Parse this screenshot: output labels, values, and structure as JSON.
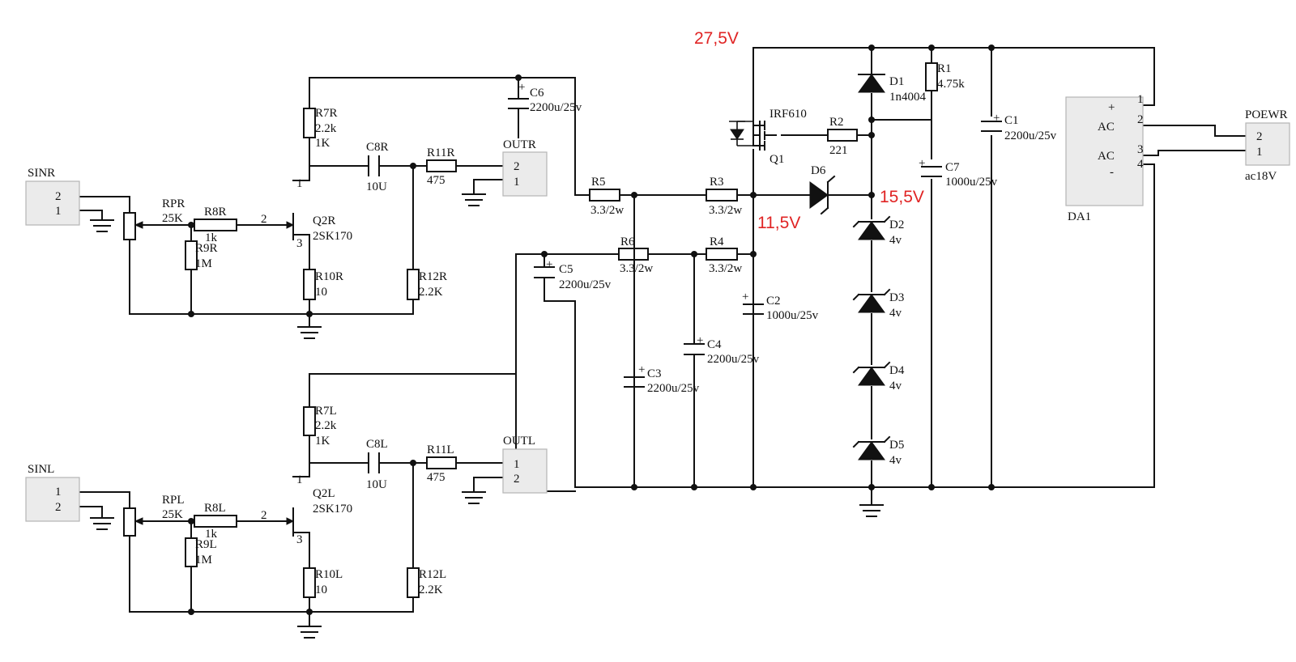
{
  "voltages": {
    "v27": "27,5V",
    "v15": "15,5V",
    "v11": "11,5V"
  },
  "connectors": {
    "sinr": {
      "name": "SINR",
      "pins": [
        "2",
        "1"
      ]
    },
    "sinl": {
      "name": "SINL",
      "pins": [
        "1",
        "2"
      ]
    },
    "outr": {
      "name": "OUTR",
      "pins": [
        "2",
        "1"
      ]
    },
    "outl": {
      "name": "OUTL",
      "pins": [
        "1",
        "2"
      ]
    },
    "power": {
      "name": "POEWR",
      "pins": [
        "2",
        "1"
      ],
      "value": "ac18V"
    }
  },
  "right_channel": {
    "rpr": {
      "ref": "RPR",
      "value": "25K"
    },
    "r8": {
      "ref": "R8R",
      "value": "1k"
    },
    "r9": {
      "ref": "R9R",
      "value": "1M"
    },
    "r7": {
      "ref": "R7R",
      "value": "2.2k",
      "value2": "1K"
    },
    "r10": {
      "ref": "R10R",
      "value": "10"
    },
    "r12": {
      "ref": "R12R",
      "value": "2.2K"
    },
    "c8": {
      "ref": "C8R",
      "value": "10U"
    },
    "r11": {
      "ref": "R11R",
      "value": "475"
    },
    "q2": {
      "ref": "Q2R",
      "value": "2SK170",
      "pin1": "1",
      "pin2": "2",
      "pin3": "3"
    }
  },
  "left_channel": {
    "rpl": {
      "ref": "RPL",
      "value": "25K"
    },
    "r8": {
      "ref": "R8L",
      "value": "1k"
    },
    "r9": {
      "ref": "R9L",
      "value": "1M"
    },
    "r7": {
      "ref": "R7L",
      "value": "2.2k",
      "value2": "1K"
    },
    "r10": {
      "ref": "R10L",
      "value": "10"
    },
    "r12": {
      "ref": "R12L",
      "value": "2.2K"
    },
    "c8": {
      "ref": "C8L",
      "value": "10U"
    },
    "r11": {
      "ref": "R11L",
      "value": "475"
    },
    "q2": {
      "ref": "Q2L",
      "value": "2SK170",
      "pin1": "1",
      "pin2": "2",
      "pin3": "3"
    }
  },
  "supply": {
    "c6": {
      "ref": "C6",
      "value": "2200u/25v"
    },
    "c5": {
      "ref": "C5",
      "value": "2200u/25v"
    },
    "c3": {
      "ref": "C3",
      "value": "2200u/25v"
    },
    "c4": {
      "ref": "C4",
      "value": "2200u/25v"
    },
    "c2": {
      "ref": "C2",
      "value": "1000u/25v"
    },
    "c7": {
      "ref": "C7",
      "value": "1000u/25v"
    },
    "c1": {
      "ref": "C1",
      "value": "2200u/25v"
    },
    "r5": {
      "ref": "R5",
      "value": "3.3/2w"
    },
    "r3": {
      "ref": "R3",
      "value": "3.3/2w"
    },
    "r6": {
      "ref": "R6",
      "value": "3.3/2w"
    },
    "r4": {
      "ref": "R4",
      "value": "3.3/2w"
    },
    "r2": {
      "ref": "R2",
      "value": "221"
    },
    "r1": {
      "ref": "R1",
      "value": "4.75k"
    },
    "q1": {
      "ref": "Q1",
      "value": "IRF610"
    },
    "d1": {
      "ref": "D1",
      "value": "1n4004"
    },
    "d6": {
      "ref": "D6"
    },
    "d2": {
      "ref": "D2",
      "value": "4v"
    },
    "d3": {
      "ref": "D3",
      "value": "4v"
    },
    "d4": {
      "ref": "D4",
      "value": "4v"
    },
    "d5": {
      "ref": "D5",
      "value": "4v"
    },
    "bridge": {
      "ref": "DA1",
      "plus": "+",
      "ac1": "AC",
      "ac2": "AC",
      "minus": "-",
      "pins": [
        "1",
        "2",
        "3",
        "4"
      ]
    }
  },
  "colors": {
    "wire": "#111111",
    "voltage_label": "#e02424",
    "connector_fill": "#ebebeb"
  }
}
